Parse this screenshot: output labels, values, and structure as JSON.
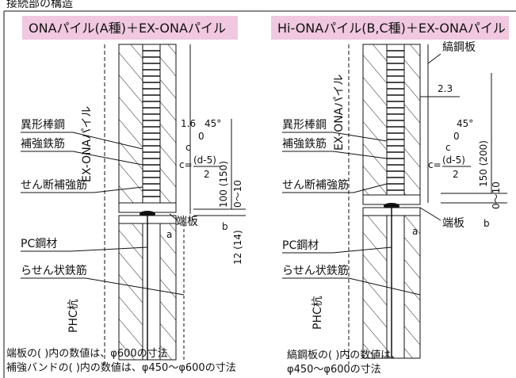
{
  "top_heading": "接続部の構造",
  "left": {
    "title": "ONAパイル(A種)＋EX-ONAパイル",
    "vertical_pile_label": "EX-ONAパイル",
    "lower_pile_label": "PHC杭",
    "labels": {
      "rebar": "異形棒鋼",
      "reinforcing_bar": "補強鉄筋",
      "shear_reinforcement": "せん断補強筋",
      "pc_steel": "PC鋼材",
      "spiral": "らせん状鉄筋",
      "end_plate": "端板"
    },
    "dims": {
      "gap": "1.6",
      "angle": "45°",
      "zero": "0",
      "c_letter": "c",
      "c_eq_prefix": "c=",
      "c_numerator": "(d-5)",
      "c_denominator": "2",
      "len_100": "100 (150)",
      "range_0_10": "0〜10",
      "b": "b",
      "a": "a",
      "len_12": "12 (14)"
    },
    "notes": [
      "端板の(  )内の数値は、φ600の寸法",
      "補強バンドの(  )内の数値は、φ450〜φ600の寸法"
    ]
  },
  "right": {
    "title": "Hi-ONAパイル(B,C種)＋EX-ONAパイル",
    "vertical_pile_label": "EX-ONAパイル",
    "lower_pile_label": "PHC杭",
    "labels": {
      "band": "縞鋼板",
      "rebar": "異形棒鋼",
      "reinforcing_bar": "補強鉄筋",
      "shear_reinforcement": "せん断補強筋",
      "pc_steel": "PC鋼材",
      "spiral": "らせん状鉄筋",
      "end_plate": "端板"
    },
    "dims": {
      "thickness": "2.3",
      "angle": "45°",
      "zero": "0",
      "c_letter": "c",
      "c_eq_prefix": "c=",
      "c_numerator": "(d-5)",
      "c_denominator": "2",
      "len_150": "150 (200)",
      "range_0_10": "0〜10",
      "b": "b",
      "a": "a"
    },
    "notes": [
      "縞鋼板の(  )内の数値は、",
      "φ450〜φ600の寸法"
    ]
  },
  "colors": {
    "title_bg": "#f0c8e0",
    "line": "#111111"
  }
}
